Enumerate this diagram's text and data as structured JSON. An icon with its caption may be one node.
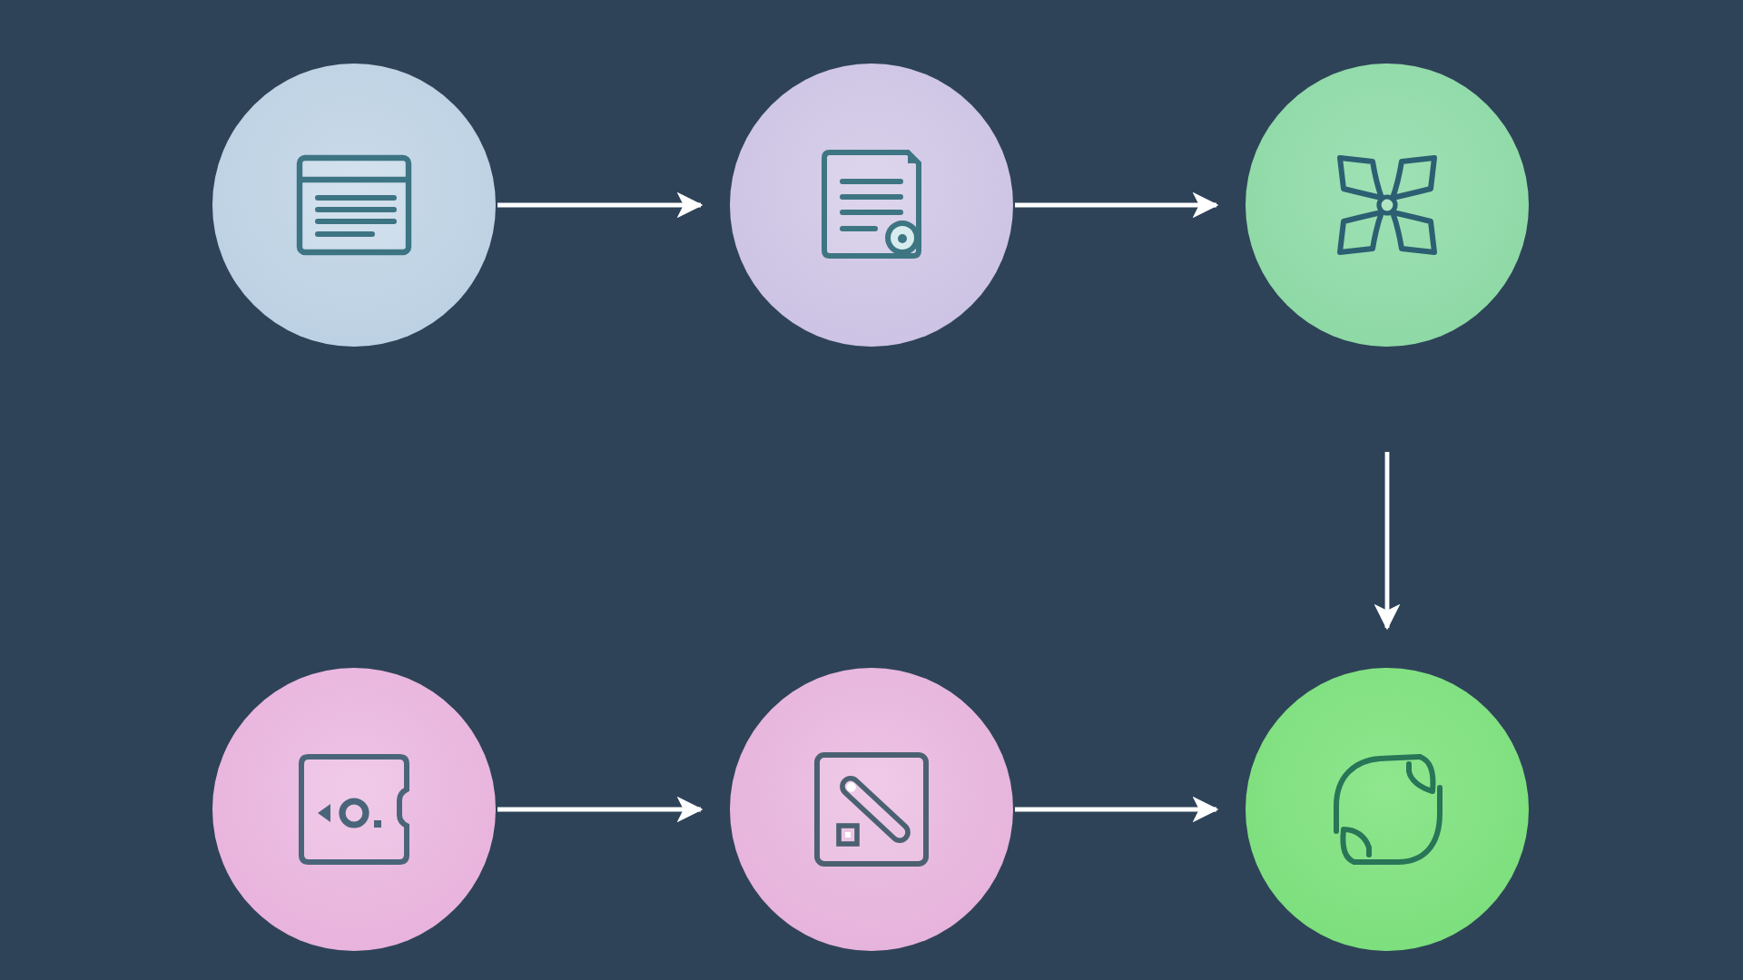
{
  "diagram": {
    "nodes": [
      {
        "text": [],
        "shape": "circle"
      },
      {
        "text": [],
        "shape": "circle"
      },
      {
        "text": [],
        "shape": "circle"
      },
      {
        "text": [],
        "shape": "circle"
      },
      {
        "text": [],
        "shape": "circle"
      },
      {
        "text": [],
        "shape": "circle"
      }
    ],
    "edges": [
      {
        "from": 0,
        "to": 1,
        "arrow": "to"
      },
      {
        "from": 1,
        "to": 2,
        "arrow": "to"
      },
      {
        "from": 2,
        "to": 5,
        "arrow": "to"
      },
      {
        "from": 3,
        "to": 4,
        "arrow": "to"
      },
      {
        "from": 4,
        "to": 5,
        "arrow": "to"
      }
    ]
  }
}
